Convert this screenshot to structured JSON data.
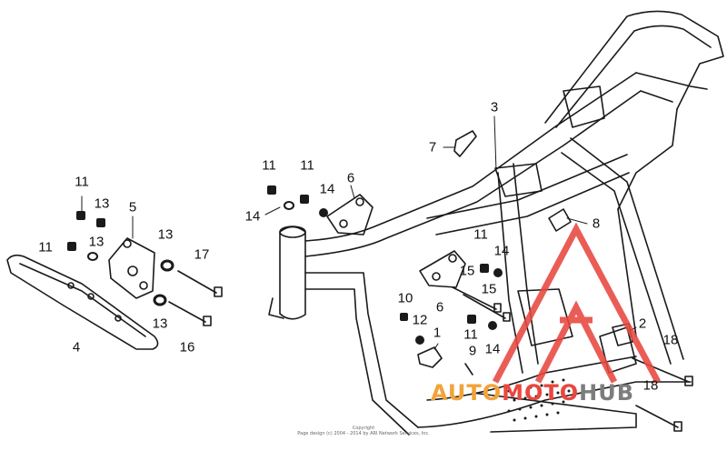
{
  "callouts": [
    {
      "id": "c1",
      "text": "1"
    },
    {
      "id": "c2",
      "text": "2"
    },
    {
      "id": "c3",
      "text": "3"
    },
    {
      "id": "c4",
      "text": "4"
    },
    {
      "id": "c5",
      "text": "5"
    },
    {
      "id": "c6a",
      "text": "6"
    },
    {
      "id": "c6b",
      "text": "6"
    },
    {
      "id": "c7",
      "text": "7"
    },
    {
      "id": "c8",
      "text": "8"
    },
    {
      "id": "c9",
      "text": "9"
    },
    {
      "id": "c10",
      "text": "10"
    },
    {
      "id": "c11a",
      "text": "11"
    },
    {
      "id": "c11b",
      "text": "11"
    },
    {
      "id": "c11c",
      "text": "11"
    },
    {
      "id": "c11d",
      "text": "11"
    },
    {
      "id": "c11e",
      "text": "11"
    },
    {
      "id": "c11f",
      "text": "11"
    },
    {
      "id": "c12",
      "text": "12"
    },
    {
      "id": "c13a",
      "text": "13"
    },
    {
      "id": "c13b",
      "text": "13"
    },
    {
      "id": "c13c",
      "text": "13"
    },
    {
      "id": "c13d",
      "text": "13"
    },
    {
      "id": "c14a",
      "text": "14"
    },
    {
      "id": "c14b",
      "text": "14"
    },
    {
      "id": "c14c",
      "text": "14"
    },
    {
      "id": "c14d",
      "text": "14"
    },
    {
      "id": "c15a",
      "text": "15"
    },
    {
      "id": "c15b",
      "text": "15"
    },
    {
      "id": "c16",
      "text": "16"
    },
    {
      "id": "c17",
      "text": "17"
    },
    {
      "id": "c18a",
      "text": "18"
    },
    {
      "id": "c18b",
      "text": "18"
    }
  ],
  "copyright": {
    "line1": "Copyright",
    "line2": "Page design (c) 2004 - 2014 by ARI Network Services, Inc."
  },
  "watermark": {
    "part1": "AUTO",
    "part2": "MOTO",
    "part3": "HUB",
    "colors": {
      "orange": "#f2a33a",
      "red": "#e8473f",
      "gray": "#7d7d7d"
    }
  },
  "colors": {
    "line": "#1a1a1a",
    "watermark_red": "#e8473f"
  }
}
